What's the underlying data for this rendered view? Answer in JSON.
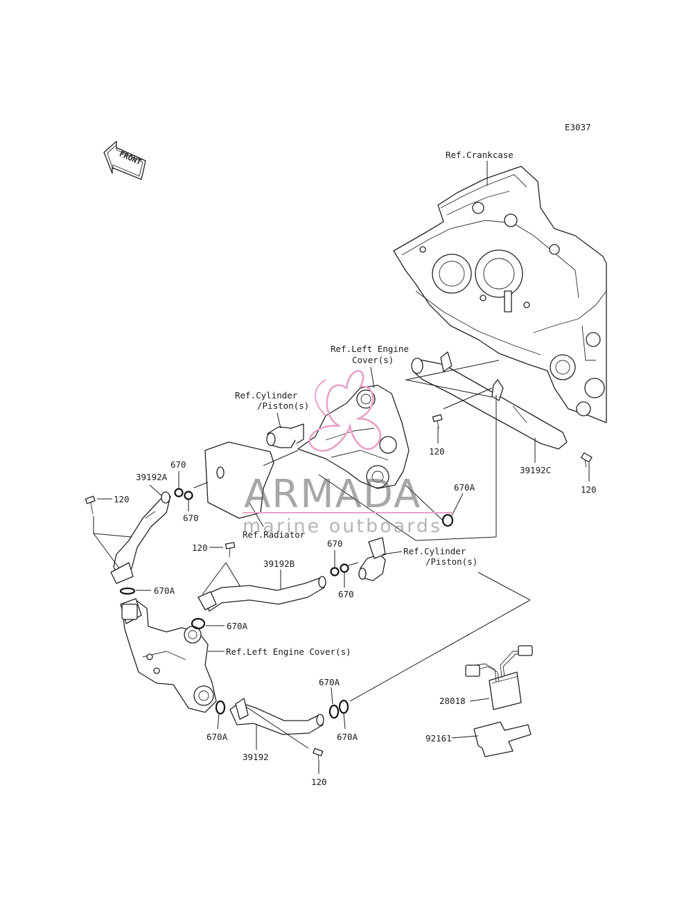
{
  "diagram_code": "E3037",
  "front_label": "FRONT",
  "watermark": {
    "brand": "ARMADA",
    "tagline": "marine outboards",
    "accent_color": "#e8a0c8"
  },
  "refs": {
    "crankcase": "Ref.Crankcase",
    "left_engine_cover_top_1": "Ref.Left Engine",
    "left_engine_cover_top_2": "Cover(s)",
    "cylinder_piston_top_1": "Ref.Cylinder",
    "cylinder_piston_top_2": "/Piston(s)",
    "radiator": "Ref.Radiator",
    "cylinder_piston_mid_1": "Ref.Cylinder",
    "cylinder_piston_mid_2": "/Piston(s)",
    "left_engine_cover_low": "Ref.Left Engine Cover(s)"
  },
  "parts": {
    "p120_a": "120",
    "p120_b": "120",
    "p120_c": "120",
    "p120_d": "120",
    "p120_e": "120",
    "p39192c": "39192C",
    "p39192a": "39192A",
    "p39192b": "39192B",
    "p39192": "39192",
    "p670_a": "670",
    "p670_b": "670",
    "p670_c": "670",
    "p670_d": "670",
    "p670a_a": "670A",
    "p670a_b": "670A",
    "p670a_c": "670A",
    "p670a_d": "670A",
    "p670a_e": "670A",
    "p670a_f": "670A",
    "p28018": "28018",
    "p92161": "92161"
  }
}
